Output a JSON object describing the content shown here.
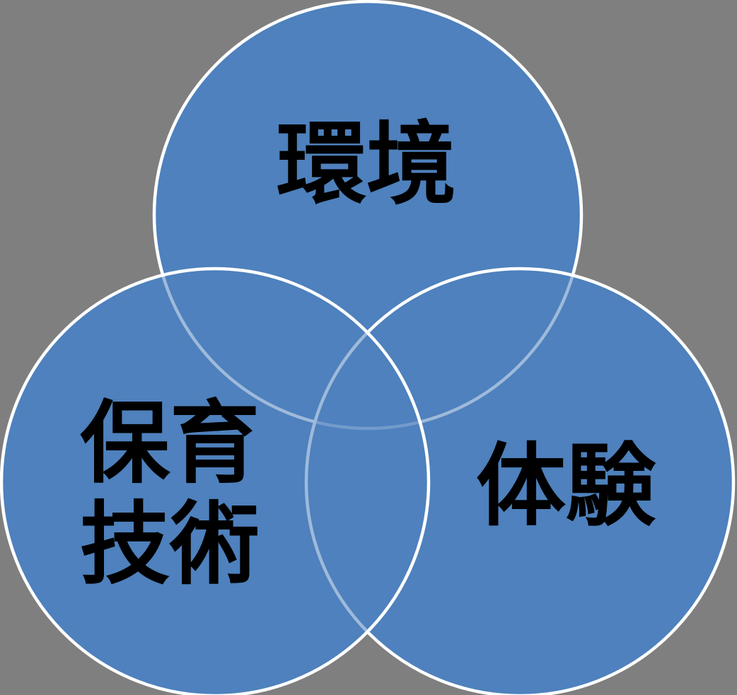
{
  "venn": {
    "type": "venn-diagram",
    "background_color": "#7F7F7F",
    "circle_fill_color": "#4F81BD",
    "circle_outline_color": "#FFFFFF",
    "label_text_color": "#000000",
    "sets": [
      {
        "id": "environment",
        "position": "top",
        "label": "環境"
      },
      {
        "id": "childcare-skills",
        "position": "bottom-left",
        "label": "保育技術"
      },
      {
        "id": "experience",
        "position": "bottom-right",
        "label": "体験"
      }
    ],
    "labels": {
      "environment": "環境",
      "childcare_line1": "保育",
      "childcare_line2": "技術",
      "childcare_full": "保育技術",
      "experience": "体験"
    }
  }
}
